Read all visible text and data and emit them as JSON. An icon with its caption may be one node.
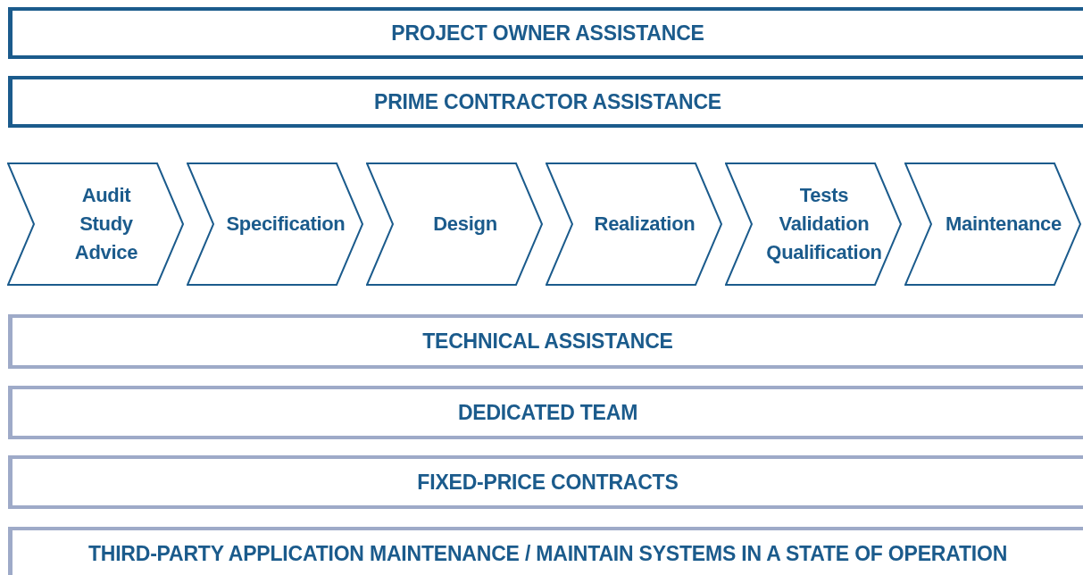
{
  "diagram": {
    "nodes": [
      {
        "text": [
          "PROJECT OWNER ASSISTANCE"
        ]
      },
      {
        "text": [
          "PRIME CONTRACTOR ASSISTANCE"
        ]
      },
      {
        "text": [
          "Audit Study Advice"
        ]
      },
      {
        "text": [
          "Specification"
        ]
      },
      {
        "text": [
          "Design"
        ]
      },
      {
        "text": [
          "Realization"
        ]
      },
      {
        "text": [
          "Tests Validation Qualification"
        ]
      },
      {
        "text": [
          "Maintenance"
        ]
      },
      {
        "text": [
          "TECHNICAL ASSISTANCE"
        ]
      },
      {
        "text": [
          "DEDICATED TEAM"
        ]
      },
      {
        "text": [
          "FIXED-PRICE CONTRACTS"
        ]
      },
      {
        "text": [
          "THIRD-PARTY APPLICATION MAINTENANCE / MAINTAIN SYSTEMS IN A STATE OF OPERATION"
        ]
      }
    ]
  }
}
